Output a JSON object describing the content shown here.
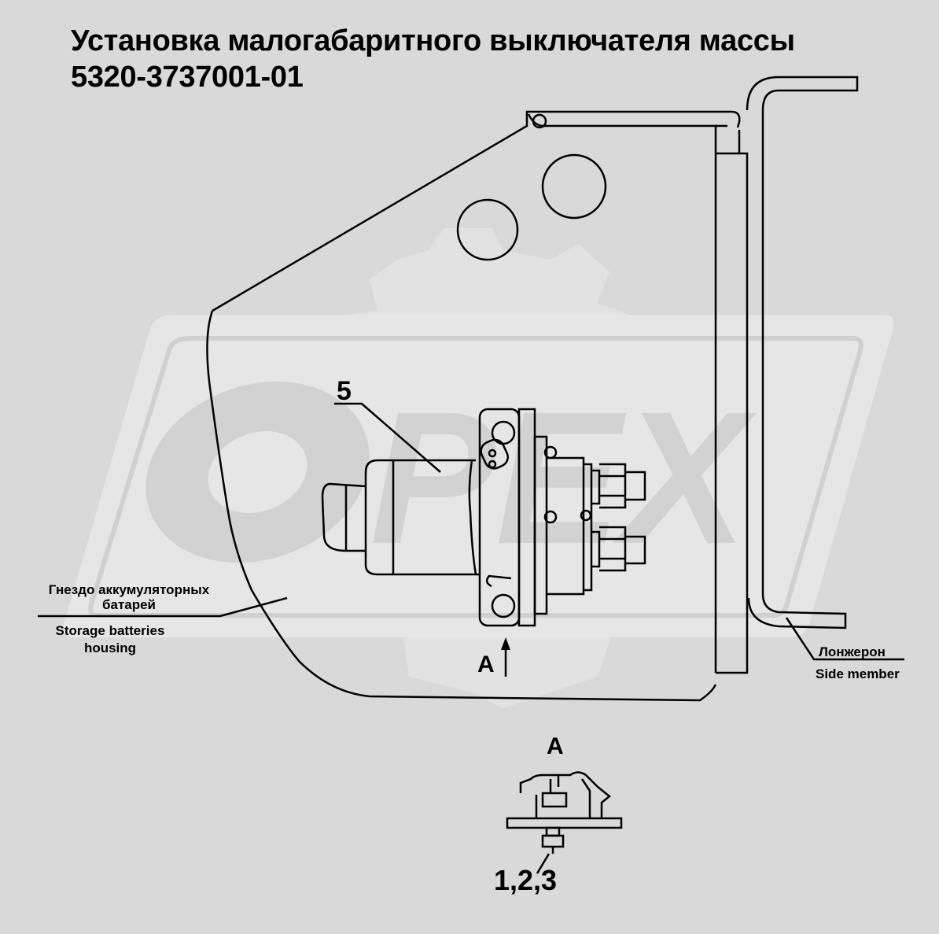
{
  "title": {
    "line1": "Установка малогабаритного выключателя массы",
    "line2": "5320-3737001-01"
  },
  "callouts": {
    "part5": "5",
    "view_arrow": "A",
    "view_title": "A",
    "fasteners": "1,2,3"
  },
  "labels": {
    "battery_ru_1": "Гнездо аккумуляторных",
    "battery_ru_2": "батарей",
    "battery_en_1": "Storage batteries",
    "battery_en_2": "housing",
    "member_ru": "Лонжерон",
    "member_en": "Side member"
  },
  "watermark": {
    "text": "OPEX"
  },
  "colors": {
    "background": "#d9d9d9",
    "watermark_fill": "#e6e6e6",
    "line": "#000000"
  }
}
